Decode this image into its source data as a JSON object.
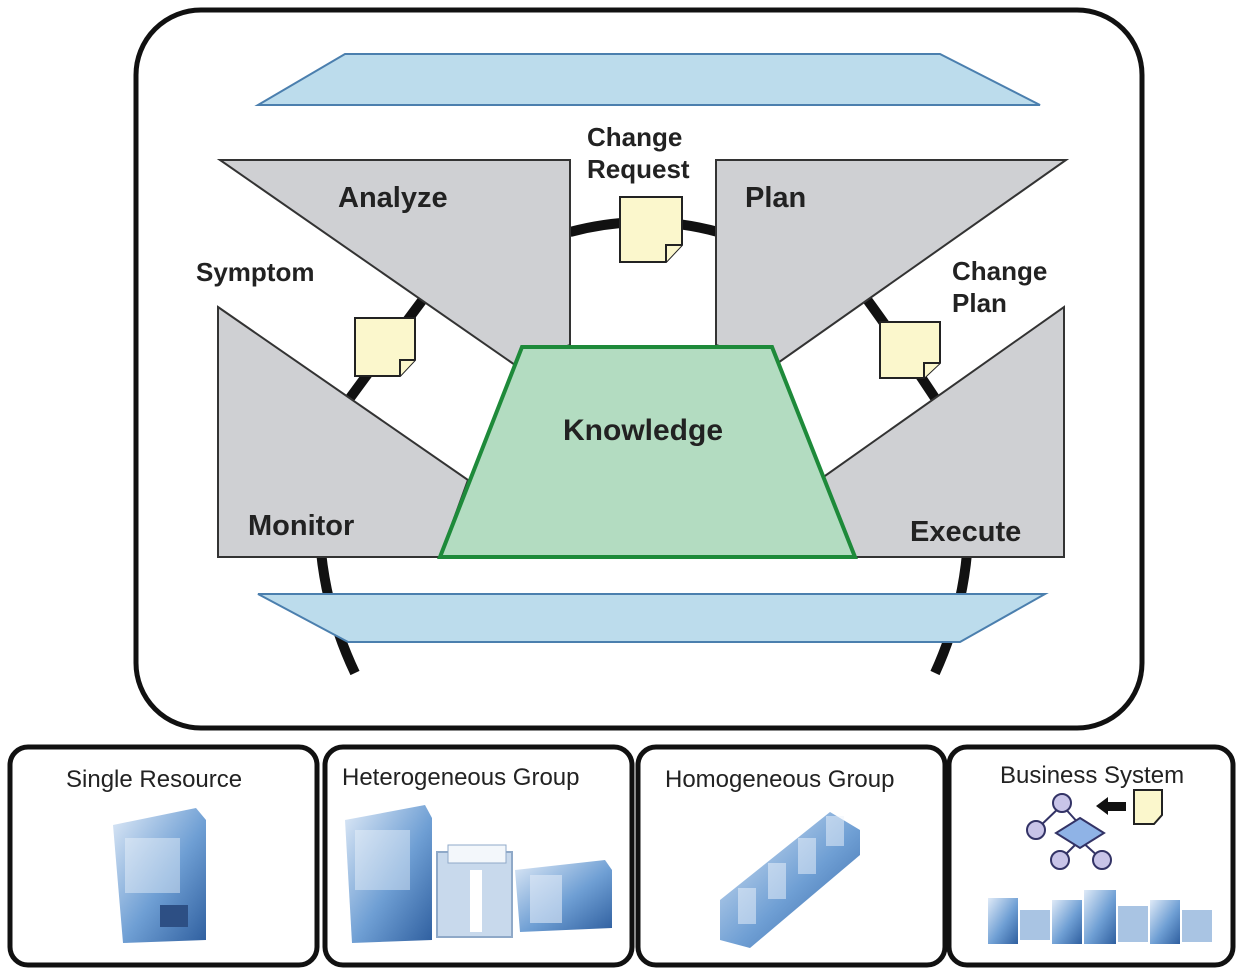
{
  "mape_loop": {
    "analyze": "Analyze",
    "plan": "Plan",
    "monitor": "Monitor",
    "execute": "Execute",
    "knowledge": "Knowledge",
    "change_request": [
      "Change",
      "Request"
    ],
    "symptom": "Symptom",
    "change_plan": [
      "Change",
      "Plan"
    ]
  },
  "resource_boxes": [
    {
      "title": "Single Resource"
    },
    {
      "title": "Heterogeneous Group"
    },
    {
      "title": "Homogeneous Group"
    },
    {
      "title": "Business System"
    }
  ],
  "colors": {
    "stage_fill": "#cfd0d3",
    "knowledge_fill": "#b3dcc1",
    "knowledge_stroke": "#1e8a3a",
    "bar_fill": "#bcdcec",
    "bar_stroke": "#4b7fae",
    "document_fill": "#fbf7cc",
    "server_blue": "#5d8fc9"
  }
}
